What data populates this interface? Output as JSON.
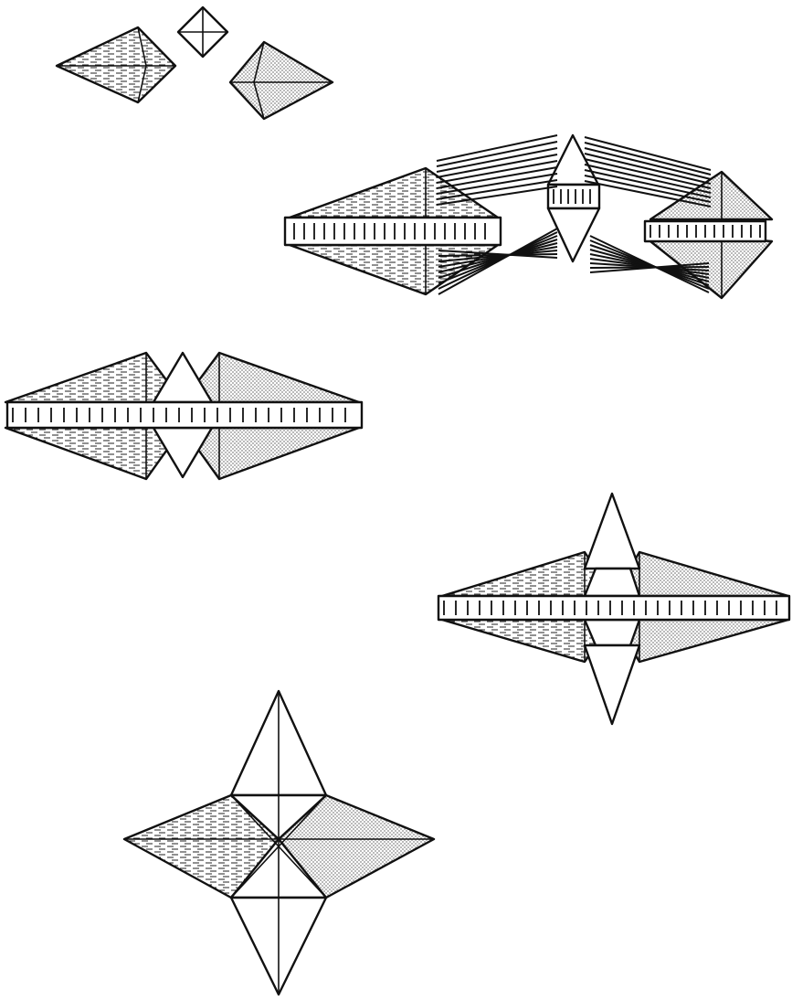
{
  "figure": {
    "description_visible_text": "",
    "shading": {
      "ink": "#111111",
      "paper": "#ffffff",
      "stipple": "#9a9a9a",
      "hatch": "#222222"
    },
    "pieces": [
      {
        "name": "hatched-pyramid-piece"
      },
      {
        "name": "small-square-piece"
      },
      {
        "name": "stippled-pyramid-piece"
      }
    ],
    "stages": [
      {
        "name": "exploded-assembly"
      },
      {
        "name": "partial-assembly"
      },
      {
        "name": "assembly-with-points"
      },
      {
        "name": "finished-star"
      }
    ]
  }
}
